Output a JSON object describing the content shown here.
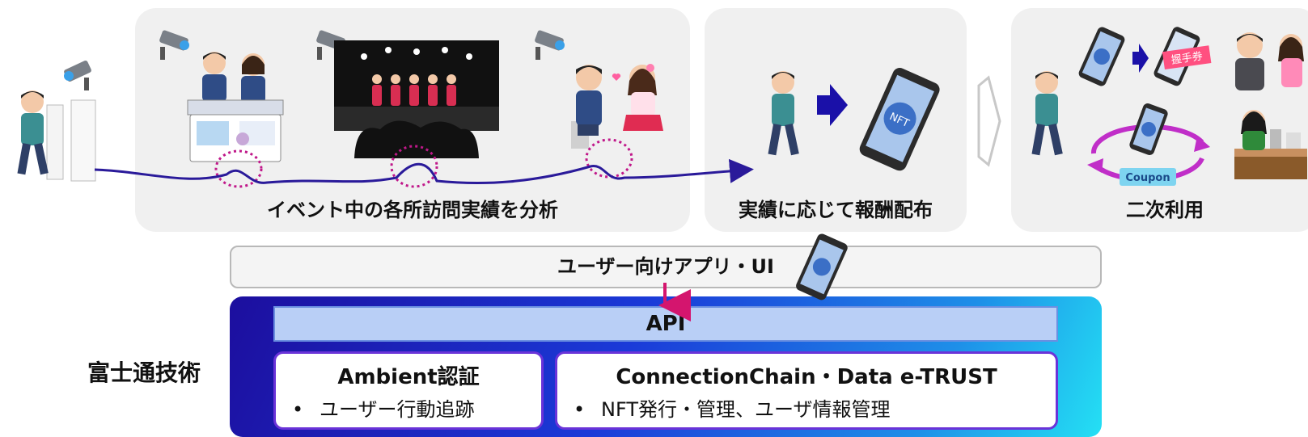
{
  "panels": {
    "analysis_label": "イベント中の各所訪問実績を分析",
    "reward_label": "実績に応じて報酬配布",
    "secondary_label": "二次利用"
  },
  "illustrations": {
    "ticket_text": "握手券",
    "coupon_text": "Coupon",
    "nft_text": "NFT"
  },
  "app_ui_label": "ユーザー向けアプリ・UI",
  "api_label": "API",
  "side_label": "富士通技術",
  "tech": [
    {
      "title": "Ambient認証",
      "bullet_mark": "•",
      "bullet": "ユーザー行動追跡"
    },
    {
      "title": "ConnectionChain・Data e-TRUST",
      "bullet_mark": "•",
      "bullet": "NFT発行・管理、ユーザ情報管理"
    }
  ],
  "colors": {
    "path_line": "#2a1a9a",
    "highlight_circle": "#c0188a",
    "api_arrow": "#d4156e",
    "big_arrow": "#1a10a8"
  }
}
